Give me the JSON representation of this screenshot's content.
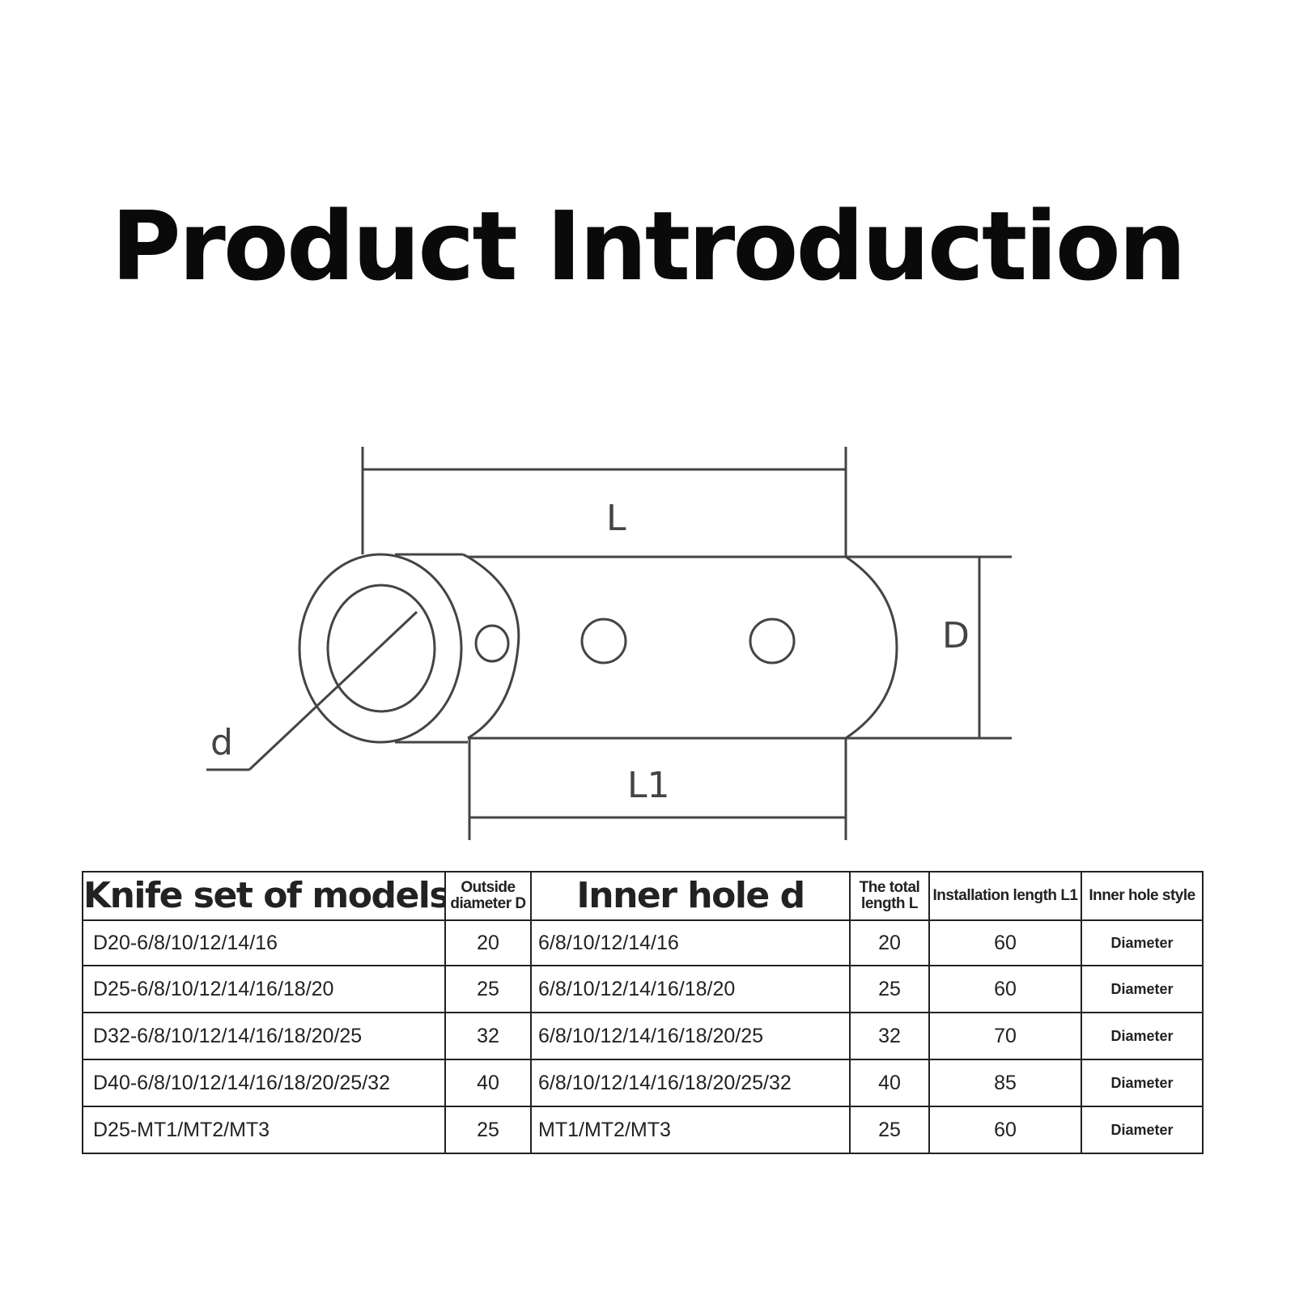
{
  "title": "Product Introduction",
  "diagram": {
    "label_L": "L",
    "label_D": "D",
    "label_d": "d",
    "label_L1": "L1"
  },
  "table": {
    "headers": [
      "Knife set of models",
      "Outside diameter D",
      "Inner hole d",
      "The total length L",
      "Installation length L1",
      "Inner hole style"
    ],
    "rows": [
      [
        "D20-6/8/10/12/14/16",
        "20",
        "6/8/10/12/14/16",
        "20",
        "60",
        "Diameter"
      ],
      [
        "D25-6/8/10/12/14/16/18/20",
        "25",
        "6/8/10/12/14/16/18/20",
        "25",
        "60",
        "Diameter"
      ],
      [
        "D32-6/8/10/12/14/16/18/20/25",
        "32",
        "6/8/10/12/14/16/18/20/25",
        "32",
        "70",
        "Diameter"
      ],
      [
        "D40-6/8/10/12/14/16/18/20/25/32",
        "40",
        "6/8/10/12/14/16/18/20/25/32",
        "40",
        "85",
        "Diameter"
      ],
      [
        "D25-MT1/MT2/MT3",
        "25",
        "MT1/MT2/MT3",
        "25",
        "60",
        "Diameter"
      ]
    ]
  }
}
